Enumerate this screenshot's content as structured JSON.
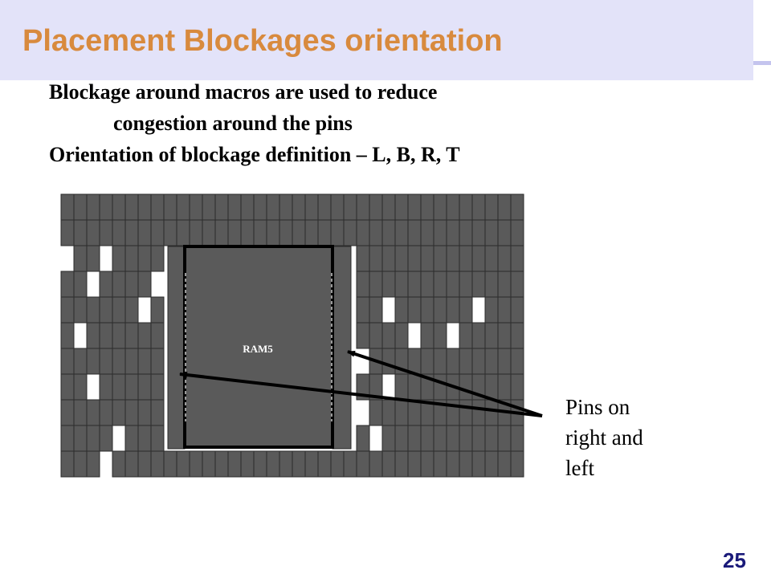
{
  "slide": {
    "title": "Placement Blockages orientation",
    "bullets": [
      "Blockage around macros are used to reduce",
      "congestion around the pins",
      "Orientation of blockage definition – L, B, R, T"
    ],
    "page_number": "25"
  },
  "diagram": {
    "macro_label": "RAM5",
    "callout_lines": [
      "Pins on",
      "right and",
      "left"
    ],
    "grid_columns": 36,
    "grid_rows": 11,
    "empty_cells": {
      "3": [
        0,
        3
      ],
      "4": [
        2,
        7
      ],
      "5": [
        6,
        25,
        32
      ],
      "6": [
        1,
        27,
        30
      ],
      "7": [
        23
      ],
      "8": [
        2,
        25
      ],
      "9": [
        23
      ],
      "10": [
        4,
        24
      ],
      "11": [
        3
      ]
    },
    "colors": {
      "cell_fill": "#5a5a5a",
      "cell_border": "#2b2b2b",
      "macro_border": "#000000",
      "title_color": "#d88a3e",
      "title_bar": "#e3e3f9",
      "page_number_color": "#1a1a7a"
    }
  }
}
